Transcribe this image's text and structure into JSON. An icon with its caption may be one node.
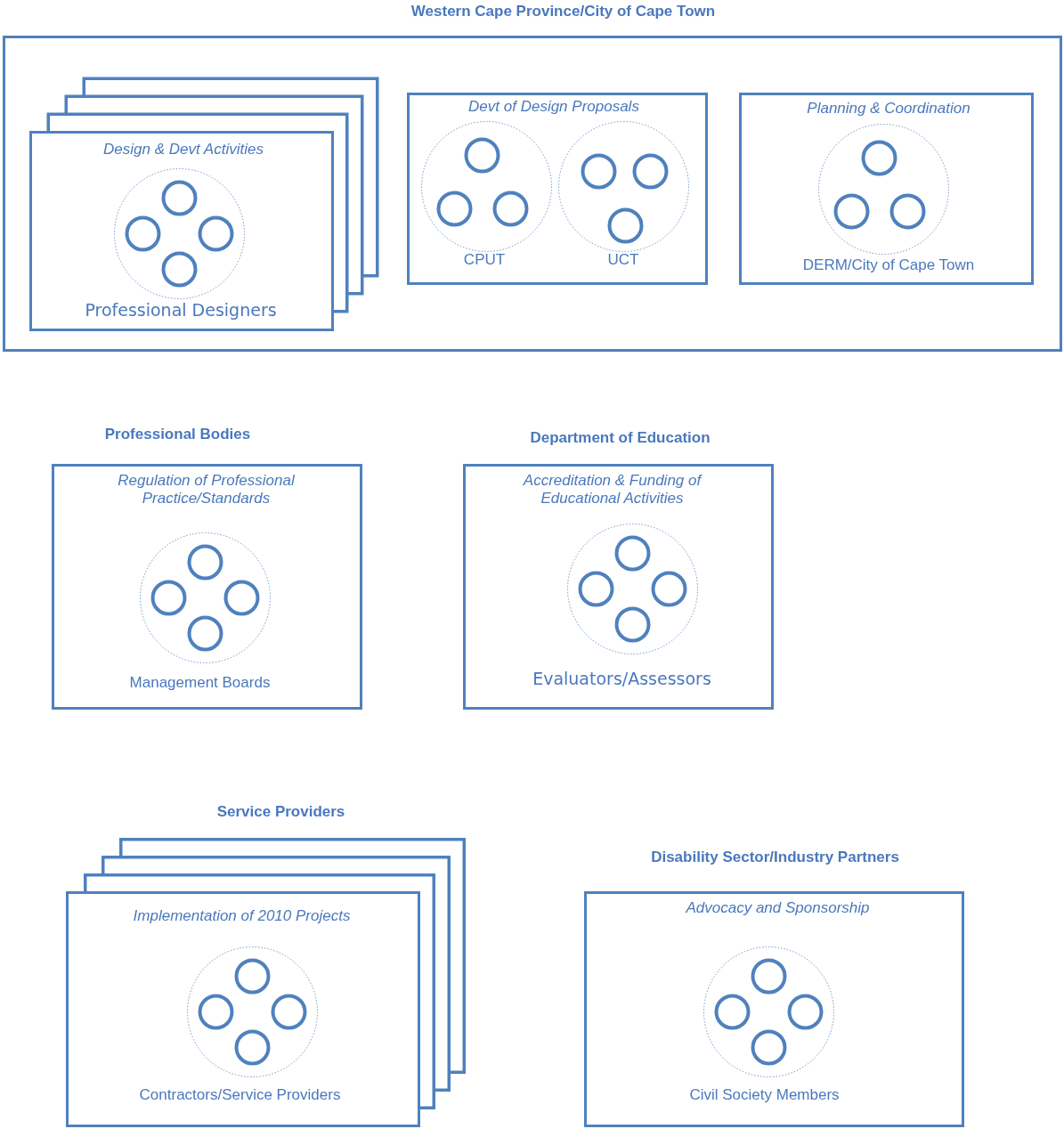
{
  "diagram": {
    "nodes": [
      {
        "text": [
          "Western Cape Province/City of Cape Town"
        ]
      },
      {
        "text": [
          "Design & Devt Activities",
          "Professional Designers"
        ],
        "in": 0
      },
      {
        "text": [
          "Devt of Design Proposals",
          "CPUT",
          "UCT"
        ],
        "in": 0
      },
      {
        "text": [
          "Planning & Coordination",
          "DERM/City of Cape Town"
        ],
        "in": 0
      },
      {
        "text": [
          "Professional Bodies",
          "Regulation of Professional Practice/Standards",
          "Management Boards"
        ]
      },
      {
        "text": [
          "Department of Education",
          "Accreditation & Funding of Educational Activities",
          "Evaluators/Assessors"
        ]
      },
      {
        "text": [
          "Service Providers",
          "Implementation of 2010 Projects",
          "Contractors/Service Providers"
        ]
      },
      {
        "text": [
          "Disability Sector/Industry Partners",
          "Advocacy and Sponsorship",
          "Civil Society Members"
        ]
      }
    ]
  }
}
